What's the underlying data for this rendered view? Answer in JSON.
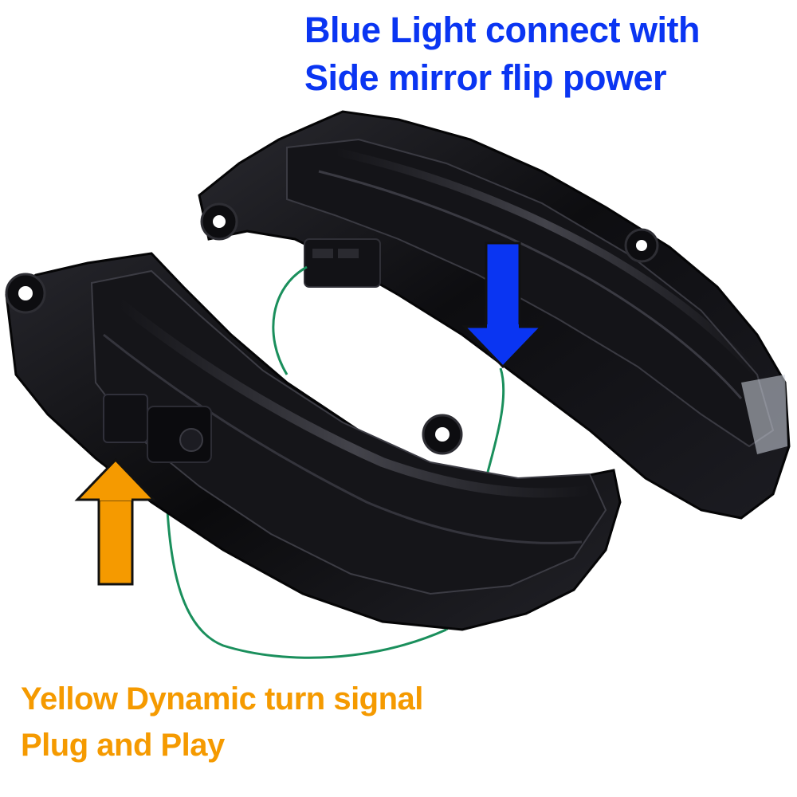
{
  "colors": {
    "background": "#ffffff",
    "blue": "#0a35f2",
    "yellow": "#f59a00",
    "housing_dark": "#0b0b0c",
    "housing_mid": "#1c1c20",
    "wire_green": "#1a8f5c"
  },
  "top_caption": {
    "line1": "Blue Light connect with",
    "line2": "Side mirror flip power"
  },
  "bottom_caption": {
    "line1": "Yellow Dynamic turn signal",
    "line2": "Plug and Play"
  },
  "arrows": {
    "blue": {
      "direction": "down"
    },
    "yellow": {
      "direction": "up"
    }
  },
  "objects": [
    "front-mirror-indicator",
    "rear-mirror-indicator",
    "connector-plug",
    "green-wire"
  ]
}
